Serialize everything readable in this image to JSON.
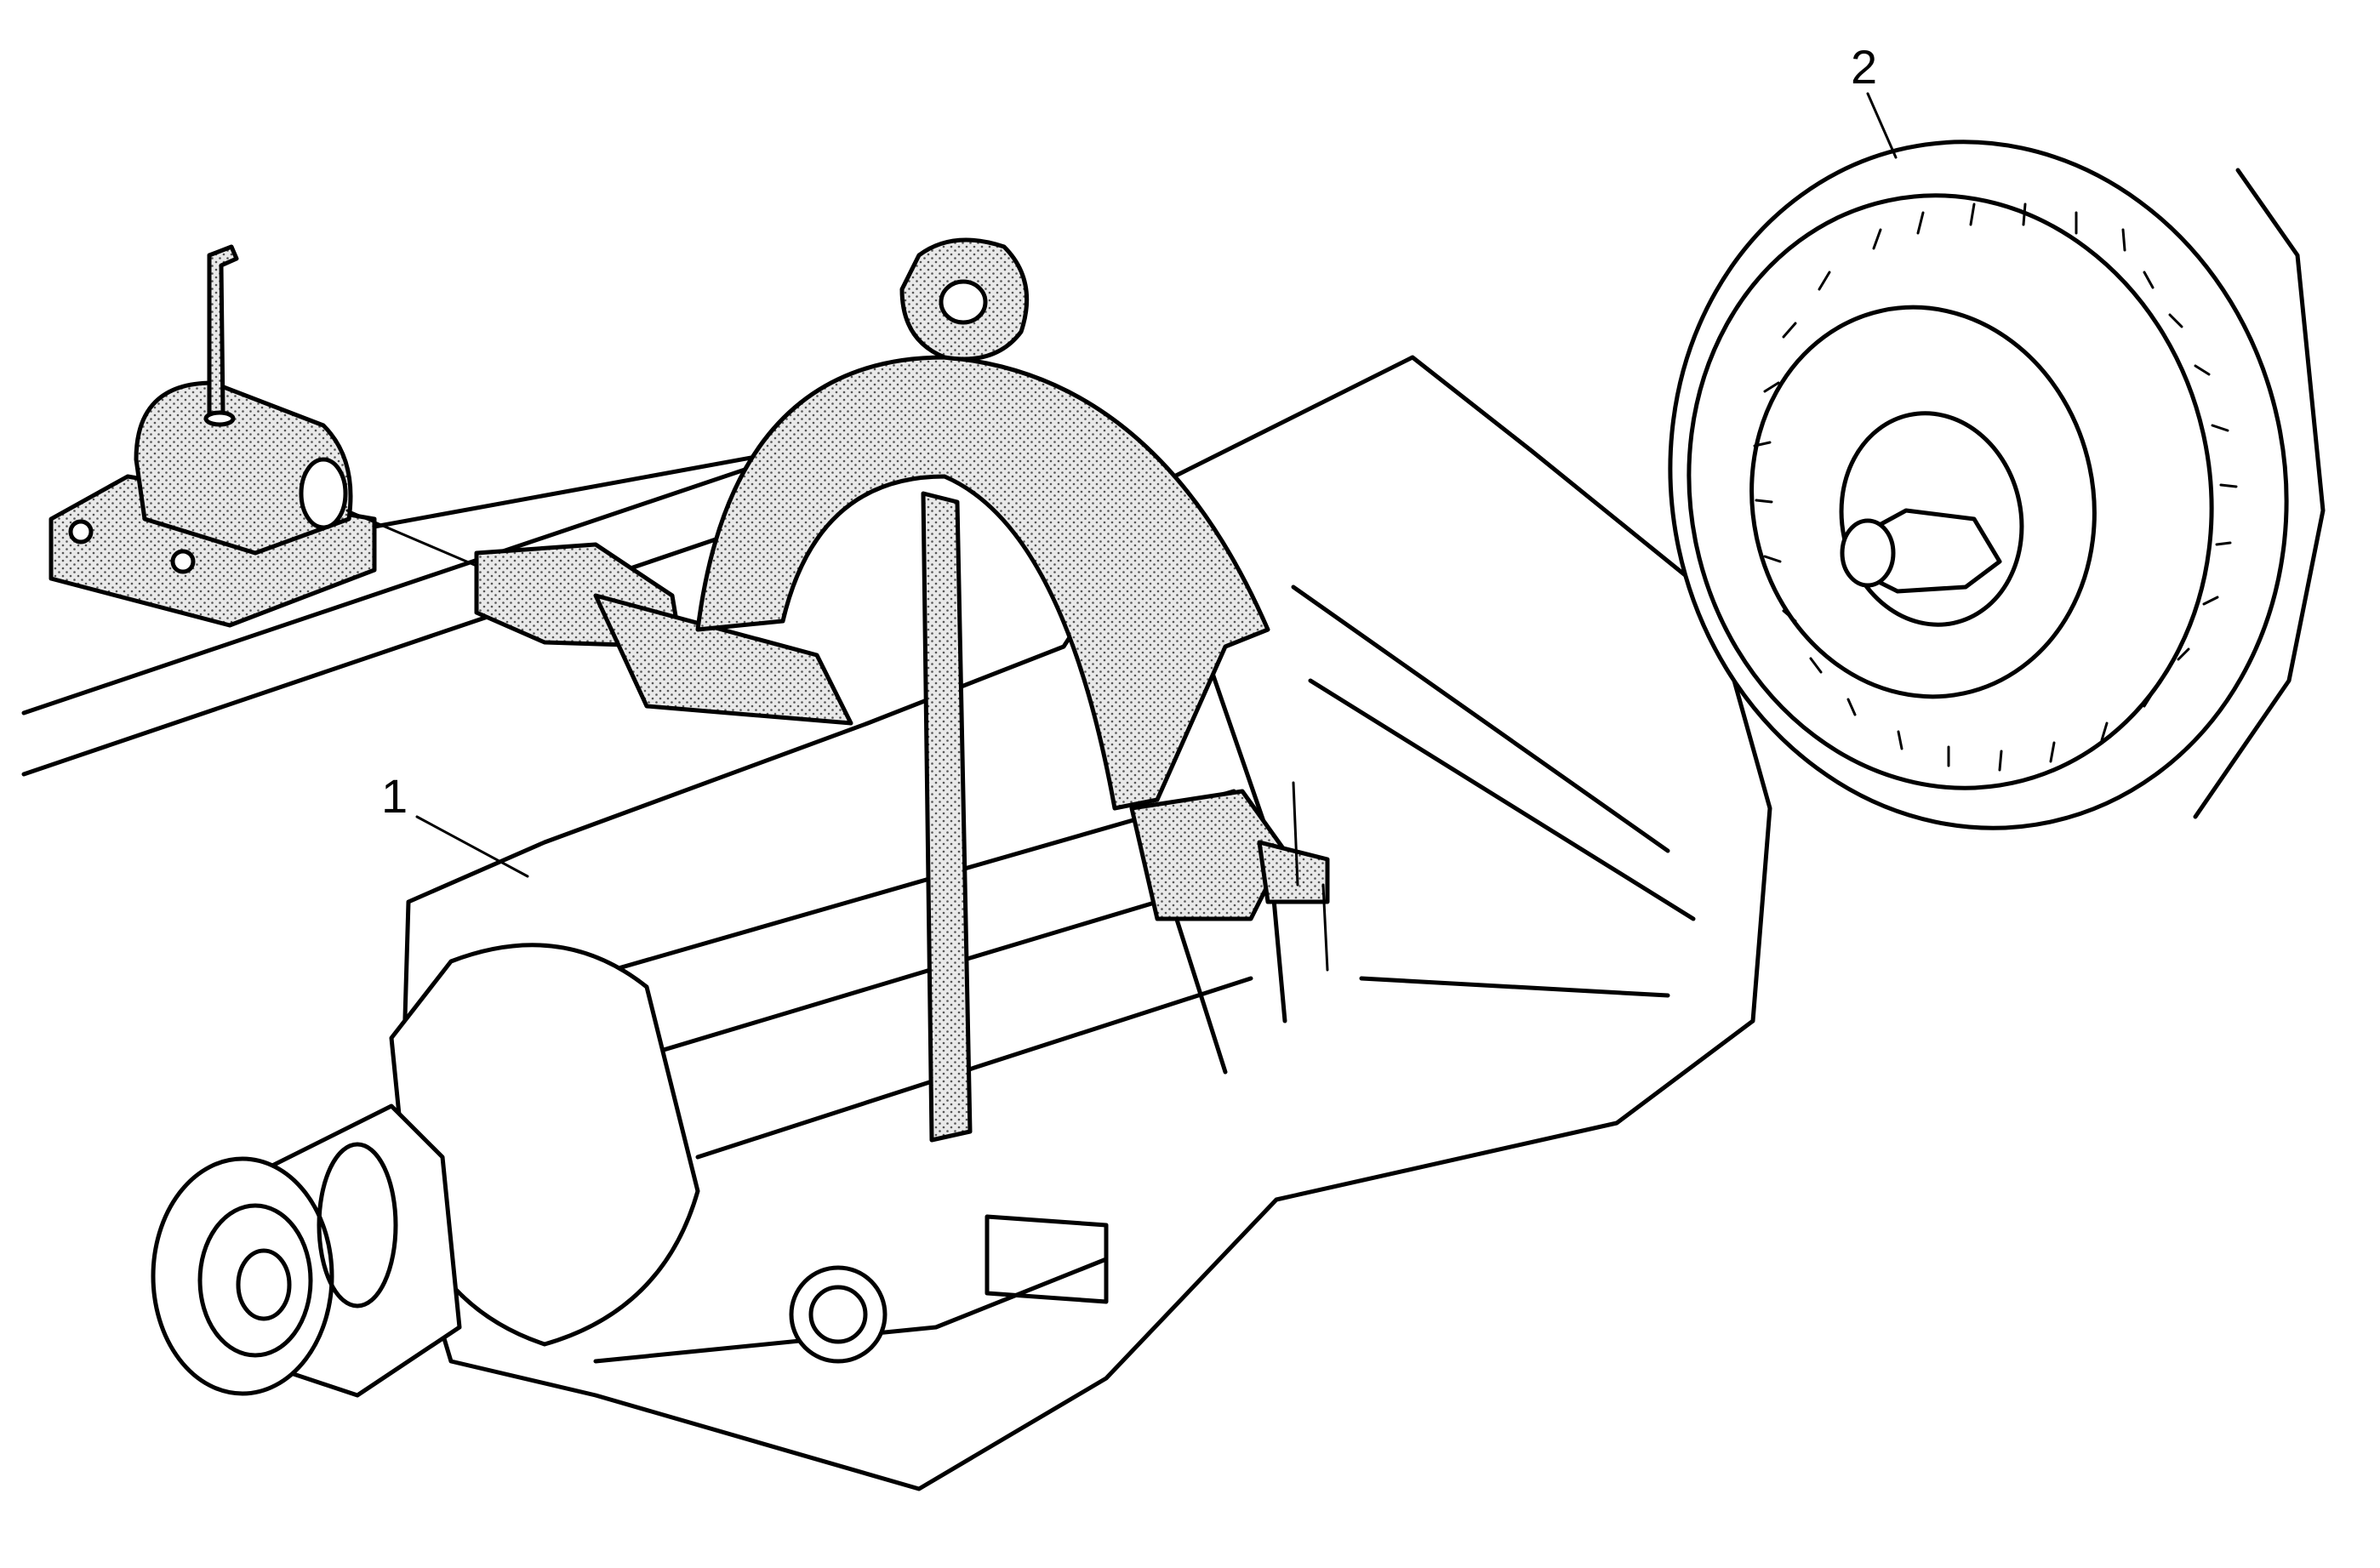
{
  "diagram": {
    "callouts": [
      {
        "id": "1",
        "label": "1",
        "part": "transmission"
      },
      {
        "id": "2",
        "label": "2",
        "part": "torque-converter"
      }
    ]
  }
}
